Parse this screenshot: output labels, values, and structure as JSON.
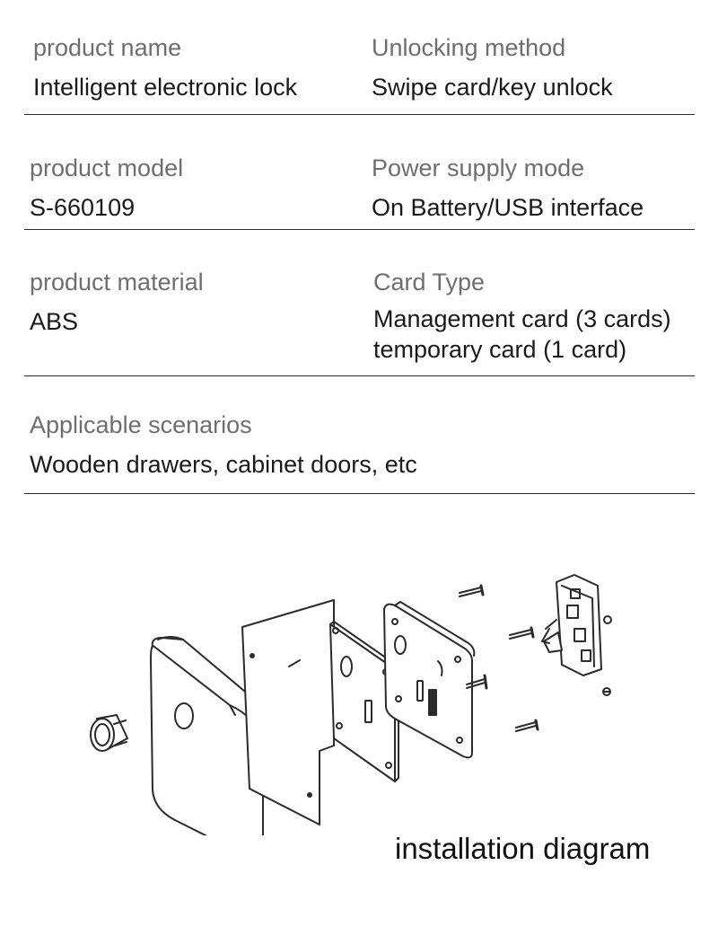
{
  "specs": {
    "product_name": {
      "label": "product name",
      "value": "Intelligent electronic lock"
    },
    "unlocking_method": {
      "label": "Unlocking method",
      "value": "Swipe card/key unlock"
    },
    "product_model": {
      "label": "product model",
      "value": "S-660109"
    },
    "power_supply_mode": {
      "label": "Power supply mode",
      "value": "On Battery/USB interface"
    },
    "product_material": {
      "label": "product material",
      "value": "ABS"
    },
    "card_type": {
      "label": "Card Type",
      "value_line1": "Management card (3 cards)",
      "value_line2": "temporary card (1 card)"
    },
    "applicable_scenarios": {
      "label": "Applicable scenarios",
      "value": "Wooden drawers, cabinet doors, etc"
    }
  },
  "diagram": {
    "caption": "installation diagram",
    "stroke_color": "#2b2b2b"
  }
}
